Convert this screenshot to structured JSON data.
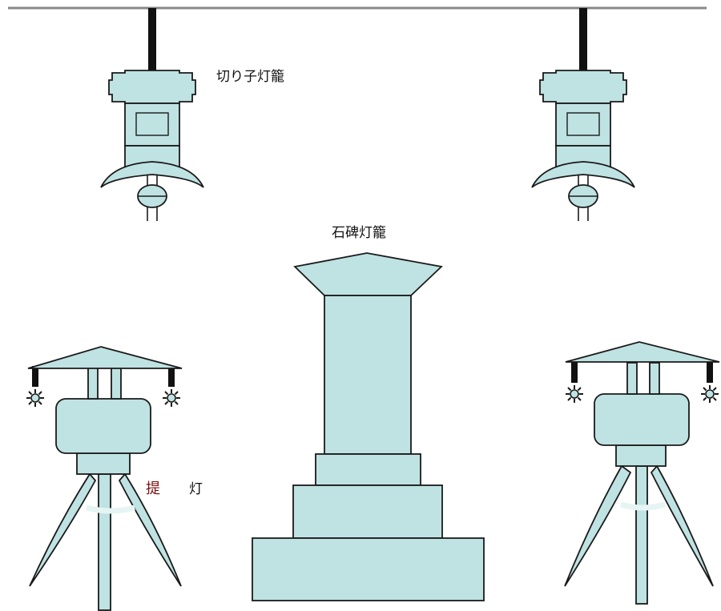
{
  "labels": {
    "kiriko": "切り子灯籠",
    "sekihi": "石碑灯籠",
    "chochin_a": "提",
    "chochin_b": "灯"
  },
  "colors": {
    "fill": "#bfe2e2",
    "stroke": "#1a1a1a",
    "rail": "#888888"
  }
}
